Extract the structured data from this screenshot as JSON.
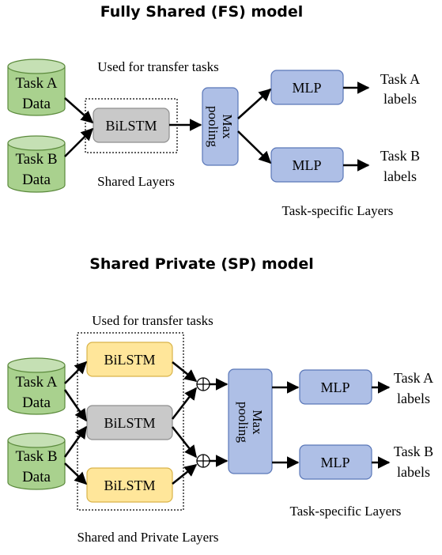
{
  "fs": {
    "title": "Fully Shared (FS) model",
    "transfer_note": "Used for transfer tasks",
    "task_a_data": [
      "Task A",
      "Data"
    ],
    "task_b_data": [
      "Task B",
      "Data"
    ],
    "bilstm": "BiLSTM",
    "maxpool": "Max pooling",
    "mlp_a": "MLP",
    "mlp_b": "MLP",
    "out_a": [
      "Task A",
      "labels"
    ],
    "out_b": [
      "Task B",
      "labels"
    ],
    "shared_caption": "Shared Layers",
    "specific_caption": "Task-specific Layers"
  },
  "sp": {
    "title": "Shared Private (SP) model",
    "transfer_note": "Used for transfer tasks",
    "task_a_data": [
      "Task A",
      "Data"
    ],
    "task_b_data": [
      "Task B",
      "Data"
    ],
    "bilstm_top": "BiLSTM",
    "bilstm_mid": "BiLSTM",
    "bilstm_bot": "BiLSTM",
    "maxpool": "Max pooling",
    "mlp_a": "MLP",
    "mlp_b": "MLP",
    "out_a": [
      "Task A",
      "labels"
    ],
    "out_b": [
      "Task B",
      "labels"
    ],
    "shared_caption": "Shared and Private Layers",
    "specific_caption": "Task-specific Layers"
  },
  "colors": {
    "data_fill": "#a9d18e",
    "data_stroke": "#5b8a3c",
    "shared_fill": "#c9c9c9",
    "shared_stroke": "#8f8f8f",
    "private_fill": "#ffe69a",
    "private_stroke": "#d9b44a",
    "module_fill": "#aebfe6",
    "module_stroke": "#5a77b8"
  }
}
